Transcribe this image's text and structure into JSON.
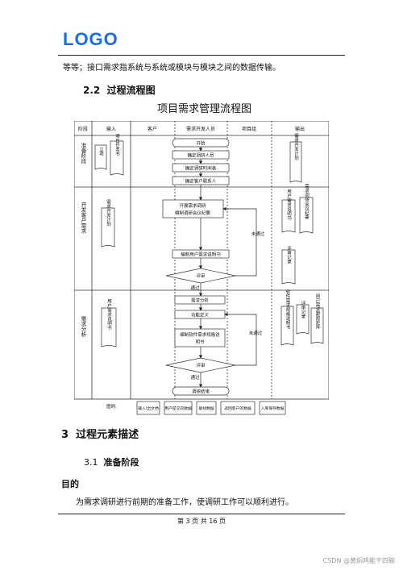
{
  "header": {
    "logo": "LOGO"
  },
  "intro_text": "等等；接口需求指系统与系统或模块与模块之间的数据传输。",
  "section_2_2": {
    "number": "2.2",
    "title": "过程流程图"
  },
  "flowchart": {
    "title": "项目需求管理流程图",
    "columns": [
      "阶段",
      "输入",
      "客户",
      "需求开发人员",
      "项目组",
      "输出"
    ],
    "stages": [
      "准备阶段",
      "开发客户需求",
      "需求分析"
    ],
    "inputs": [
      "立项",
      "项目任务书",
      "需求开发计划",
      "用户需求说明书"
    ],
    "steps": [
      "开始",
      "确定调研人员",
      "确定调研时间表",
      "确定客户联系人",
      "开展需求调研\n编制调研会议纪要",
      "编制用户需求说明书",
      "评审",
      "需求分析",
      "功能定义",
      "编制软件需求规格说明书",
      "评审",
      "调研结束"
    ],
    "edge_labels": {
      "pass1": "通过",
      "fail1": "未通过",
      "pass2": "通过",
      "fail2": "未通过"
    },
    "outputs": [
      "需求开发计划",
      "用户需求说明书",
      "需求调研会议纪要",
      "评审记录",
      "软件需求规格说明书",
      "评审记录",
      "用户需求跟踪矩阵"
    ],
    "legend": {
      "label": "图例:",
      "items": [
        "输入\\出文档",
        "用户提交的数据",
        "基线数据",
        "返回客户的数据",
        "入库保存数据"
      ]
    }
  },
  "section_3": {
    "number": "3",
    "title": "过程元素描述"
  },
  "section_3_1": {
    "number": "3.1",
    "title": "准备阶段"
  },
  "purpose_label": "目的",
  "purpose_text": "为需求调研进行前期的准备工作，使调研工作可以顺利进行。",
  "footer": "第 3 页 共 16 页",
  "watermark": "CSDN @黄焖鸡能干四碗"
}
